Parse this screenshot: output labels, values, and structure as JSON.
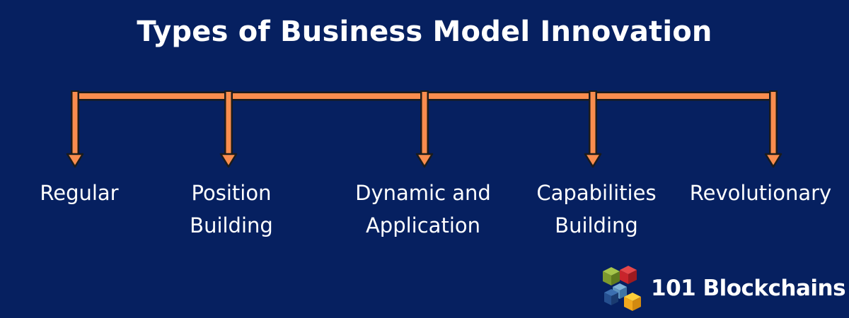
{
  "title": "Types of Business Model Innovation",
  "colors": {
    "background": "#062060",
    "connector": "#f98d4e",
    "text": "#ffffff"
  },
  "branches": [
    {
      "lines": [
        "Regular"
      ]
    },
    {
      "lines": [
        "Position",
        "Building"
      ]
    },
    {
      "lines": [
        "Dynamic and",
        "Application"
      ]
    },
    {
      "lines": [
        "Capabilities",
        "Building"
      ]
    },
    {
      "lines": [
        "Revolutionary"
      ]
    }
  ],
  "logo": {
    "text": "101 Blockchains",
    "icon": "cubes-logo-icon"
  }
}
